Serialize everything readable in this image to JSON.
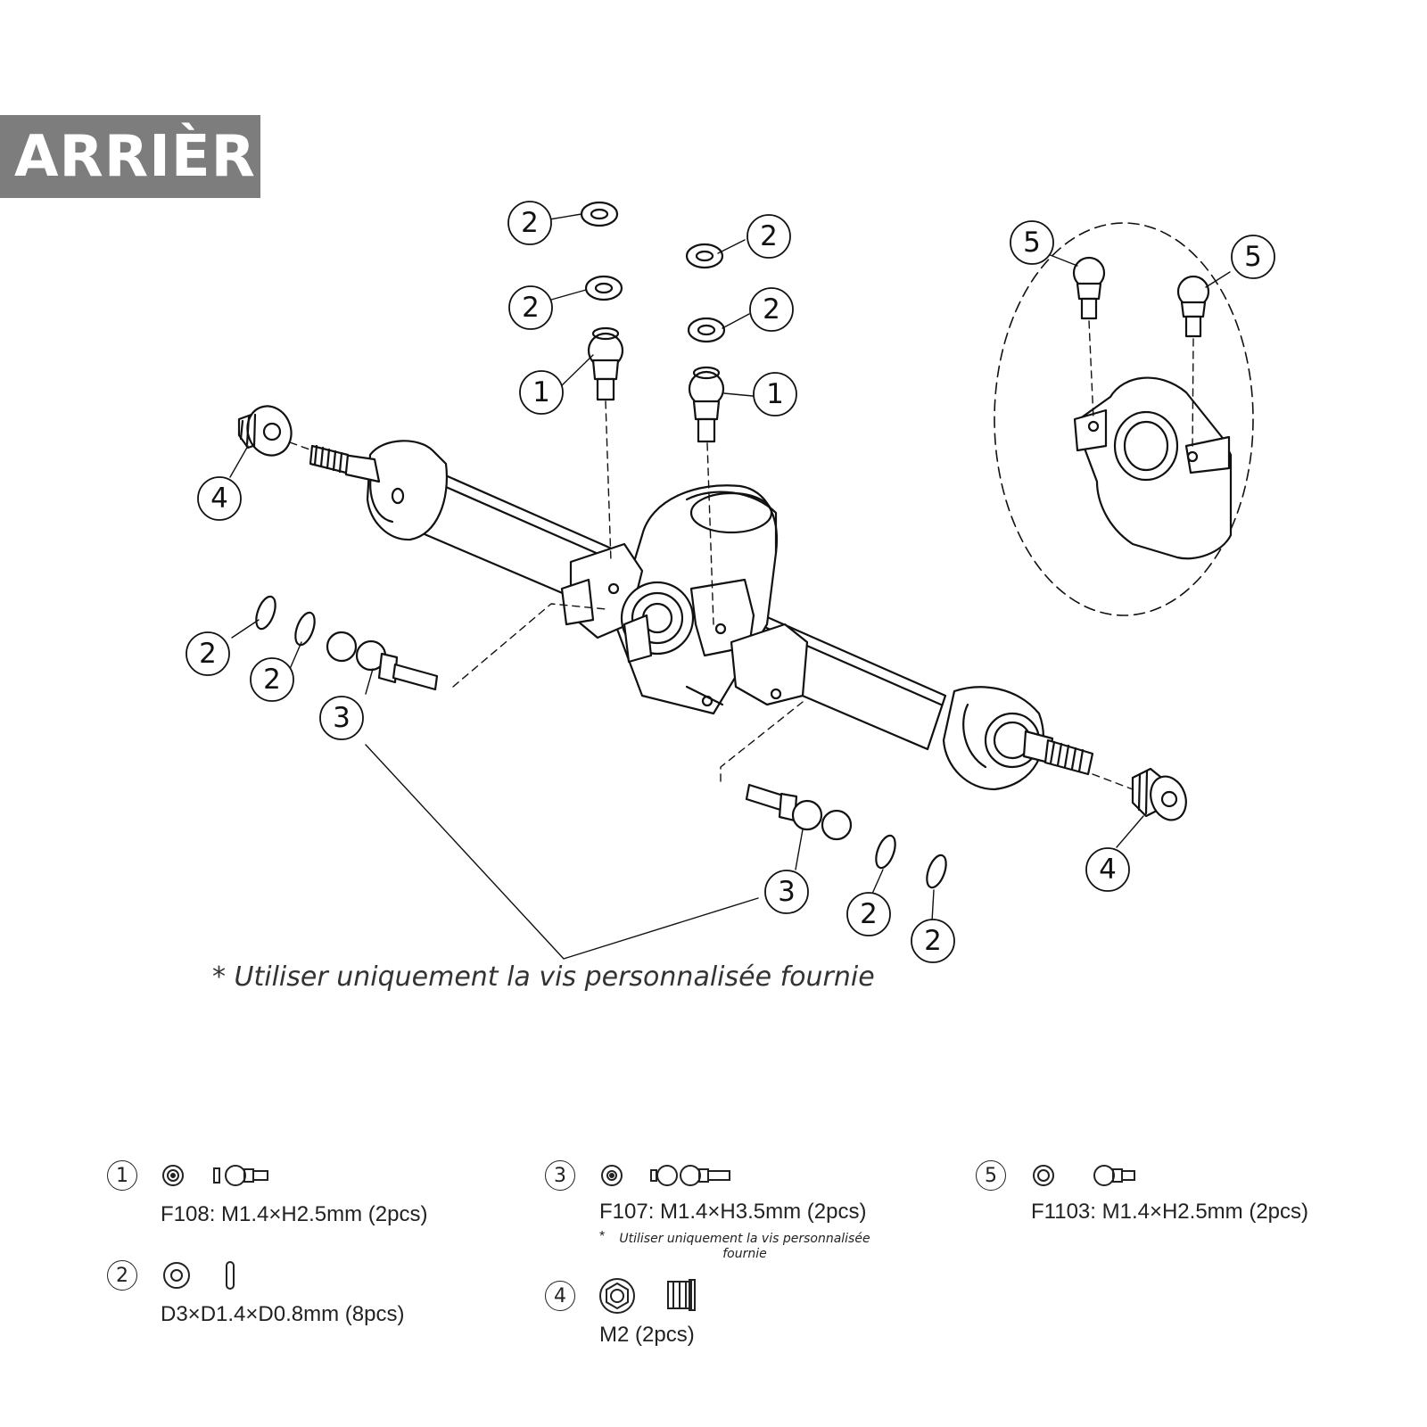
{
  "header": {
    "section_label": "ARRIÈRE"
  },
  "diagram": {
    "callout_labels": {
      "one": "1",
      "two": "2",
      "three": "3",
      "four": "4",
      "five": "5"
    },
    "note": "* Utiliser uniquement la vis personnalisée fournie"
  },
  "legend": {
    "items": [
      {
        "number": "1",
        "spec": "F108: M1.4×H2.5mm (2pcs)"
      },
      {
        "number": "2",
        "spec": "D3×D1.4×D0.8mm (8pcs)"
      },
      {
        "number": "3",
        "spec": "F107: M1.4×H3.5mm (2pcs)",
        "star": "*",
        "note": "Utiliser uniquement la vis personnalisée fournie"
      },
      {
        "number": "4",
        "spec": "M2  (2pcs)"
      },
      {
        "number": "5",
        "spec": "F1103: M1.4×H2.5mm (2pcs)"
      }
    ]
  }
}
